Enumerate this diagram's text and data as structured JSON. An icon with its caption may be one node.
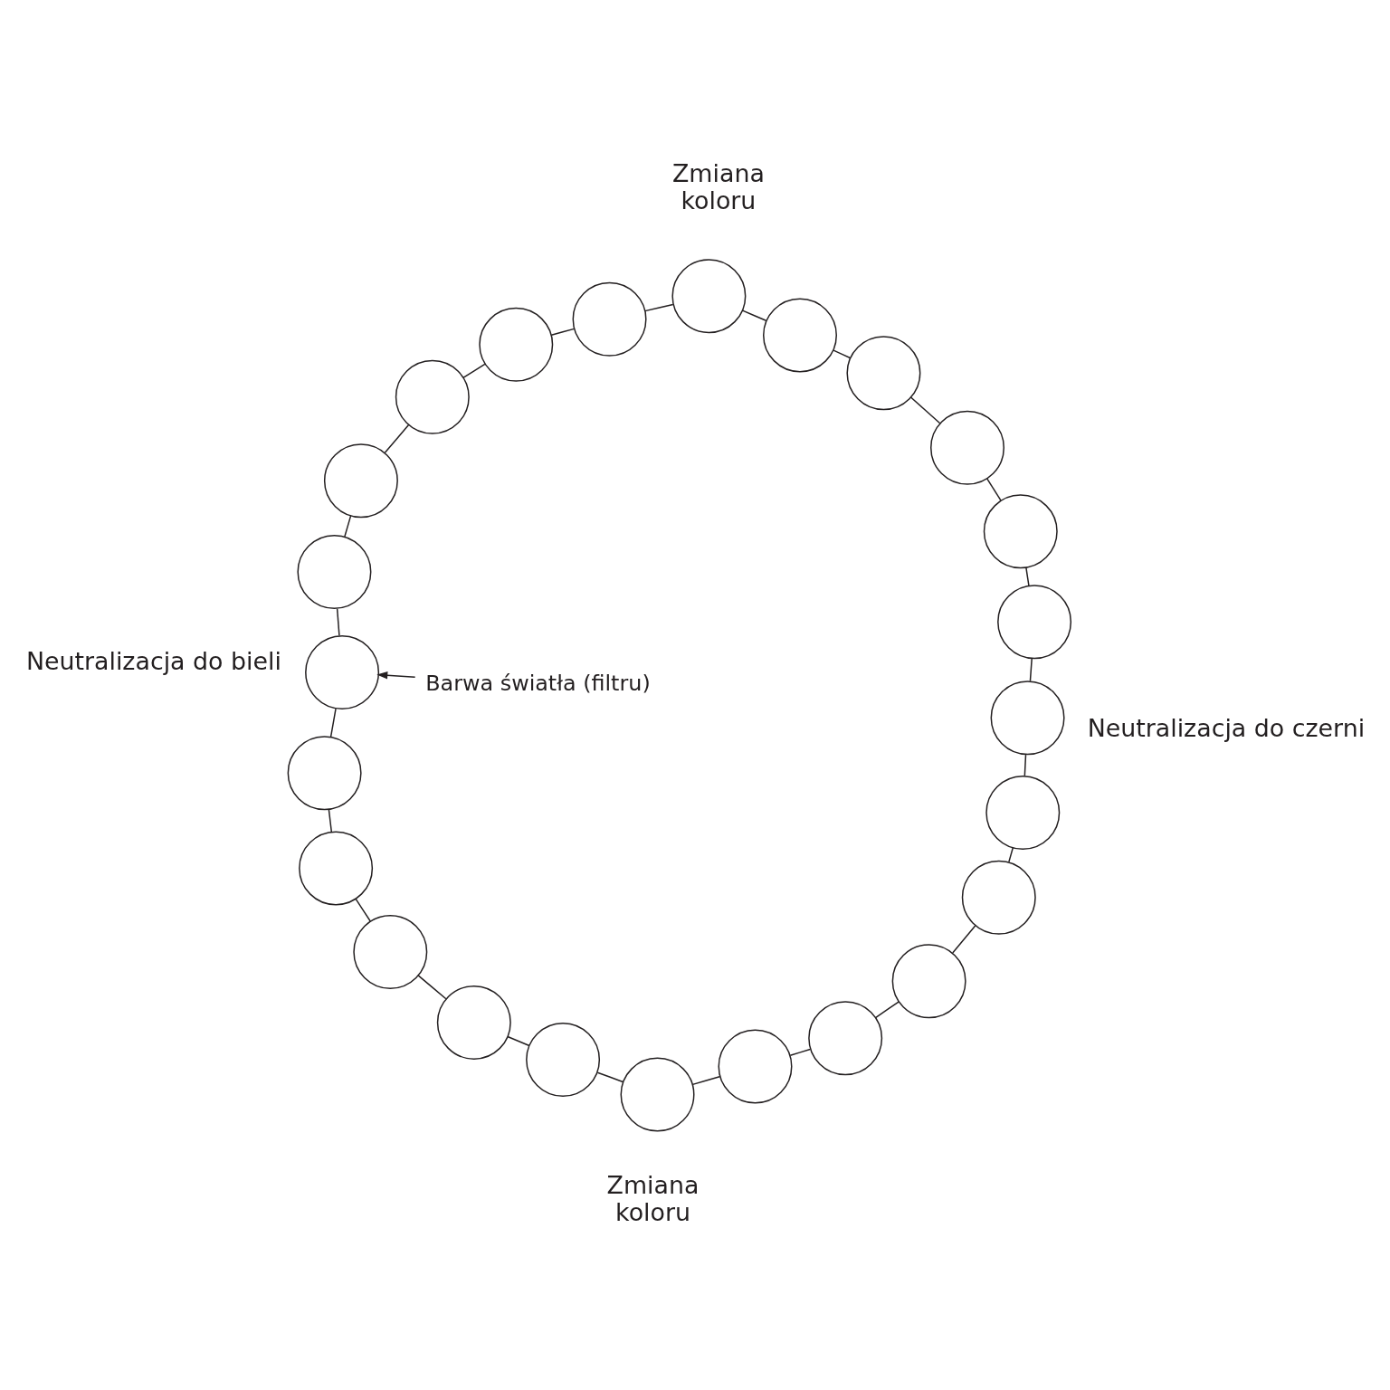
{
  "diagram": {
    "nodes": [
      {
        "text": [],
        "shape": "circle"
      },
      {
        "text": [],
        "shape": "circle"
      },
      {
        "text": [],
        "shape": "circle"
      },
      {
        "text": [],
        "shape": "circle"
      },
      {
        "text": [],
        "shape": "circle"
      },
      {
        "text": [],
        "shape": "circle"
      },
      {
        "text": [],
        "shape": "circle"
      },
      {
        "text": [],
        "shape": "circle"
      },
      {
        "text": [],
        "shape": "circle"
      },
      {
        "text": [],
        "shape": "circle"
      },
      {
        "text": [],
        "shape": "circle"
      },
      {
        "text": [],
        "shape": "circle"
      },
      {
        "text": [],
        "shape": "circle"
      },
      {
        "text": [],
        "shape": "circle"
      },
      {
        "text": [],
        "shape": "circle"
      },
      {
        "text": [],
        "shape": "circle"
      },
      {
        "text": [],
        "shape": "circle"
      },
      {
        "text": [],
        "shape": "circle"
      },
      {
        "text": [],
        "shape": "circle"
      },
      {
        "text": [],
        "shape": "circle"
      },
      {
        "text": [],
        "shape": "circle"
      },
      {
        "text": [],
        "shape": "circle"
      },
      {
        "text": [],
        "shape": "circle"
      },
      {
        "text": [],
        "shape": "circle"
      },
      {
        "text": [
          "Barwa światła (filtru)"
        ]
      }
    ],
    "edges": [
      {
        "from": 0,
        "to": 1,
        "arrow": "none"
      },
      {
        "from": 1,
        "to": 2,
        "arrow": "none"
      },
      {
        "from": 2,
        "to": 3,
        "arrow": "none"
      },
      {
        "from": 3,
        "to": 4,
        "arrow": "none"
      },
      {
        "from": 4,
        "to": 5,
        "arrow": "none"
      },
      {
        "from": 5,
        "to": 6,
        "arrow": "none"
      },
      {
        "from": 6,
        "to": 7,
        "arrow": "none"
      },
      {
        "from": 7,
        "to": 8,
        "arrow": "none"
      },
      {
        "from": 8,
        "to": 9,
        "arrow": "none"
      },
      {
        "from": 9,
        "to": 10,
        "arrow": "none"
      },
      {
        "from": 10,
        "to": 11,
        "arrow": "none"
      },
      {
        "from": 11,
        "to": 12,
        "arrow": "none"
      },
      {
        "from": 12,
        "to": 13,
        "arrow": "none"
      },
      {
        "from": 13,
        "to": 14,
        "arrow": "none"
      },
      {
        "from": 14,
        "to": 15,
        "arrow": "none"
      },
      {
        "from": 15,
        "to": 16,
        "arrow": "none"
      },
      {
        "from": 16,
        "to": 17,
        "arrow": "none"
      },
      {
        "from": 17,
        "to": 18,
        "arrow": "none"
      },
      {
        "from": 18,
        "to": 19,
        "arrow": "none"
      },
      {
        "from": 19,
        "to": 20,
        "arrow": "none"
      },
      {
        "from": 20,
        "to": 21,
        "arrow": "none"
      },
      {
        "from": 21,
        "to": 22,
        "arrow": "none"
      },
      {
        "from": 22,
        "to": 23,
        "arrow": "none"
      },
      {
        "from": 23,
        "to": 0,
        "arrow": "none"
      },
      {
        "from": 24,
        "to": 0,
        "arrow": "to"
      }
    ],
    "labels": [
      "Neutralizacja do bieli",
      "Zmiana koloru",
      "Zmiana koloru",
      "Neutralizacja do czerni"
    ]
  }
}
